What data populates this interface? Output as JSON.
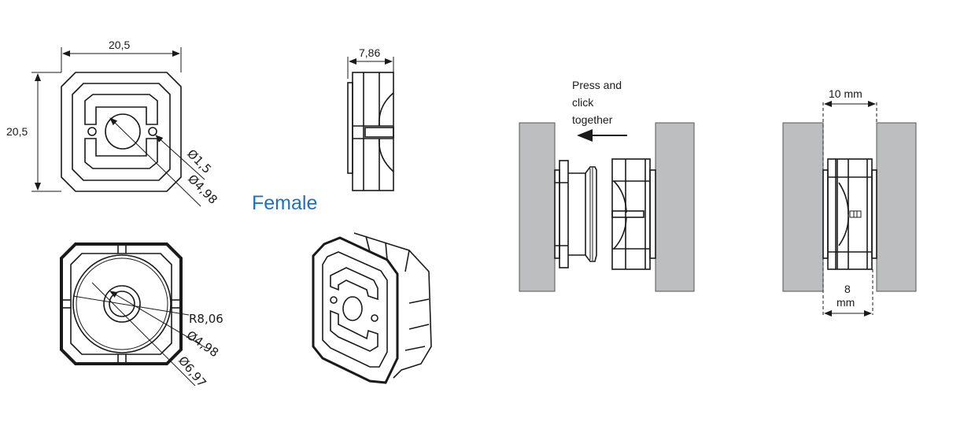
{
  "drawing": {
    "front_view": {
      "width_label": "20,5",
      "height_label": "20,5",
      "hole_label": "Ø1,5",
      "bore_label": "Ø4,98"
    },
    "side_view": {
      "depth_label": "7,86"
    },
    "title": "Female",
    "rear_view": {
      "radius_label": "R8,06",
      "bore_label": "Ø4,98",
      "outer_label": "Ø6,97"
    },
    "assembly": {
      "instruction_lines": [
        "Press and",
        "click",
        "together"
      ]
    },
    "installed": {
      "gap_label": "10 mm",
      "body_label_value": "8",
      "body_label_unit": "mm"
    },
    "colors": {
      "title": "#1f72b8",
      "wall": "#bcbec0"
    }
  }
}
